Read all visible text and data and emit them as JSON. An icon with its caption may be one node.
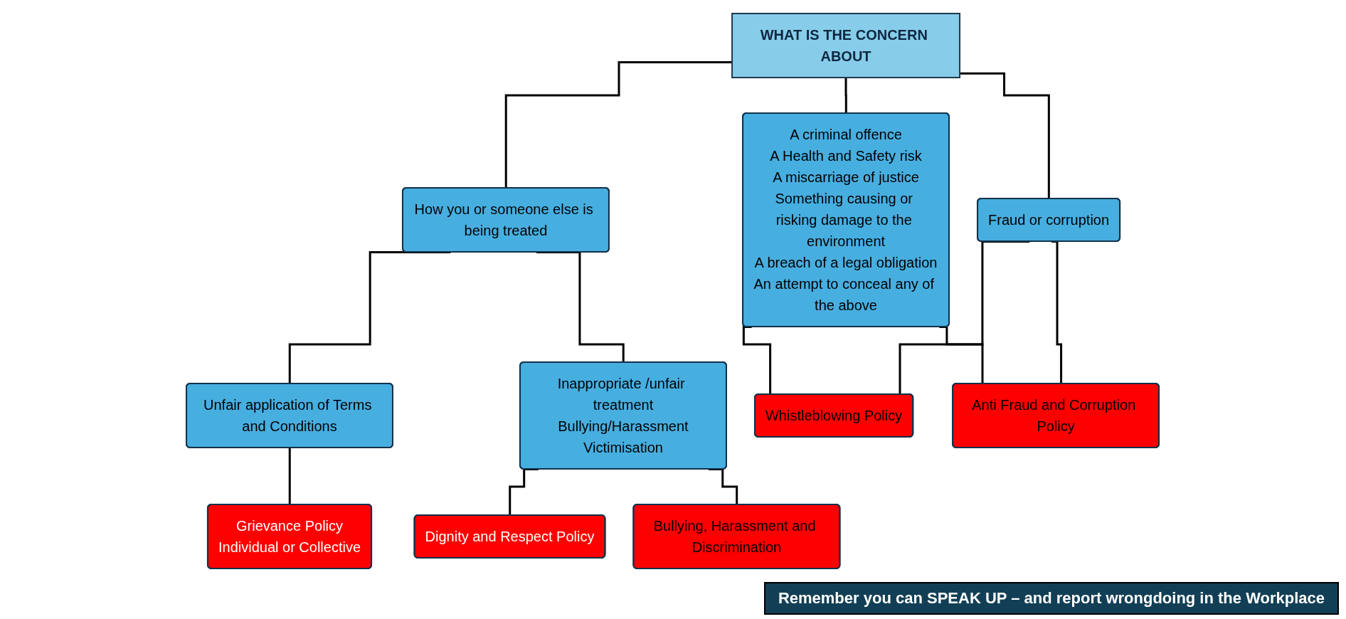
{
  "diagram": {
    "nodes": [
      {
        "text": [
          "WHAT IS THE CONCERN ABOUT"
        ]
      },
      {
        "text": [
          "How you or someone else is being treated"
        ]
      },
      {
        "text": [
          "A criminal offence",
          "A Health and Safety risk",
          "A miscarriage of justice",
          "Something causing or risking damage to the environment",
          "A breach of a legal obligation",
          "An attempt to conceal any of the above"
        ]
      },
      {
        "text": [
          "Fraud or corruption"
        ]
      },
      {
        "text": [
          "Unfair application of Terms and Conditions"
        ]
      },
      {
        "text": [
          "Inappropriate /unfair treatment",
          "Bullying/Harassment",
          "Victimisation"
        ]
      },
      {
        "text": [
          "Grievance Policy",
          "Individual or Collective"
        ]
      },
      {
        "text": [
          "Dignity and Respect Policy"
        ]
      },
      {
        "text": [
          "Bullying, Harassment and Discrimination"
        ]
      },
      {
        "text": [
          "Whistleblowing Policy"
        ]
      },
      {
        "text": [
          "Anti Fraud and Corruption Policy"
        ]
      }
    ],
    "edges": [
      {
        "from": 0,
        "to": 1,
        "arrow": "none"
      },
      {
        "from": 0,
        "to": 2,
        "arrow": "none"
      },
      {
        "from": 0,
        "to": 3,
        "arrow": "none"
      },
      {
        "from": 1,
        "to": 4,
        "arrow": "none"
      },
      {
        "from": 1,
        "to": 5,
        "arrow": "none"
      },
      {
        "from": 4,
        "to": 6,
        "arrow": "none"
      },
      {
        "from": 5,
        "to": 7,
        "arrow": "none"
      },
      {
        "from": 5,
        "to": 8,
        "arrow": "none"
      },
      {
        "from": 2,
        "to": 9,
        "arrow": "none"
      },
      {
        "from": 3,
        "to": 9,
        "arrow": "none"
      },
      {
        "from": 2,
        "to": 10,
        "arrow": "none"
      },
      {
        "from": 3,
        "to": 10,
        "arrow": "none"
      }
    ],
    "labels": [
      "Remember you can SPEAK UP – and report wrongdoing in the Workplace"
    ]
  }
}
